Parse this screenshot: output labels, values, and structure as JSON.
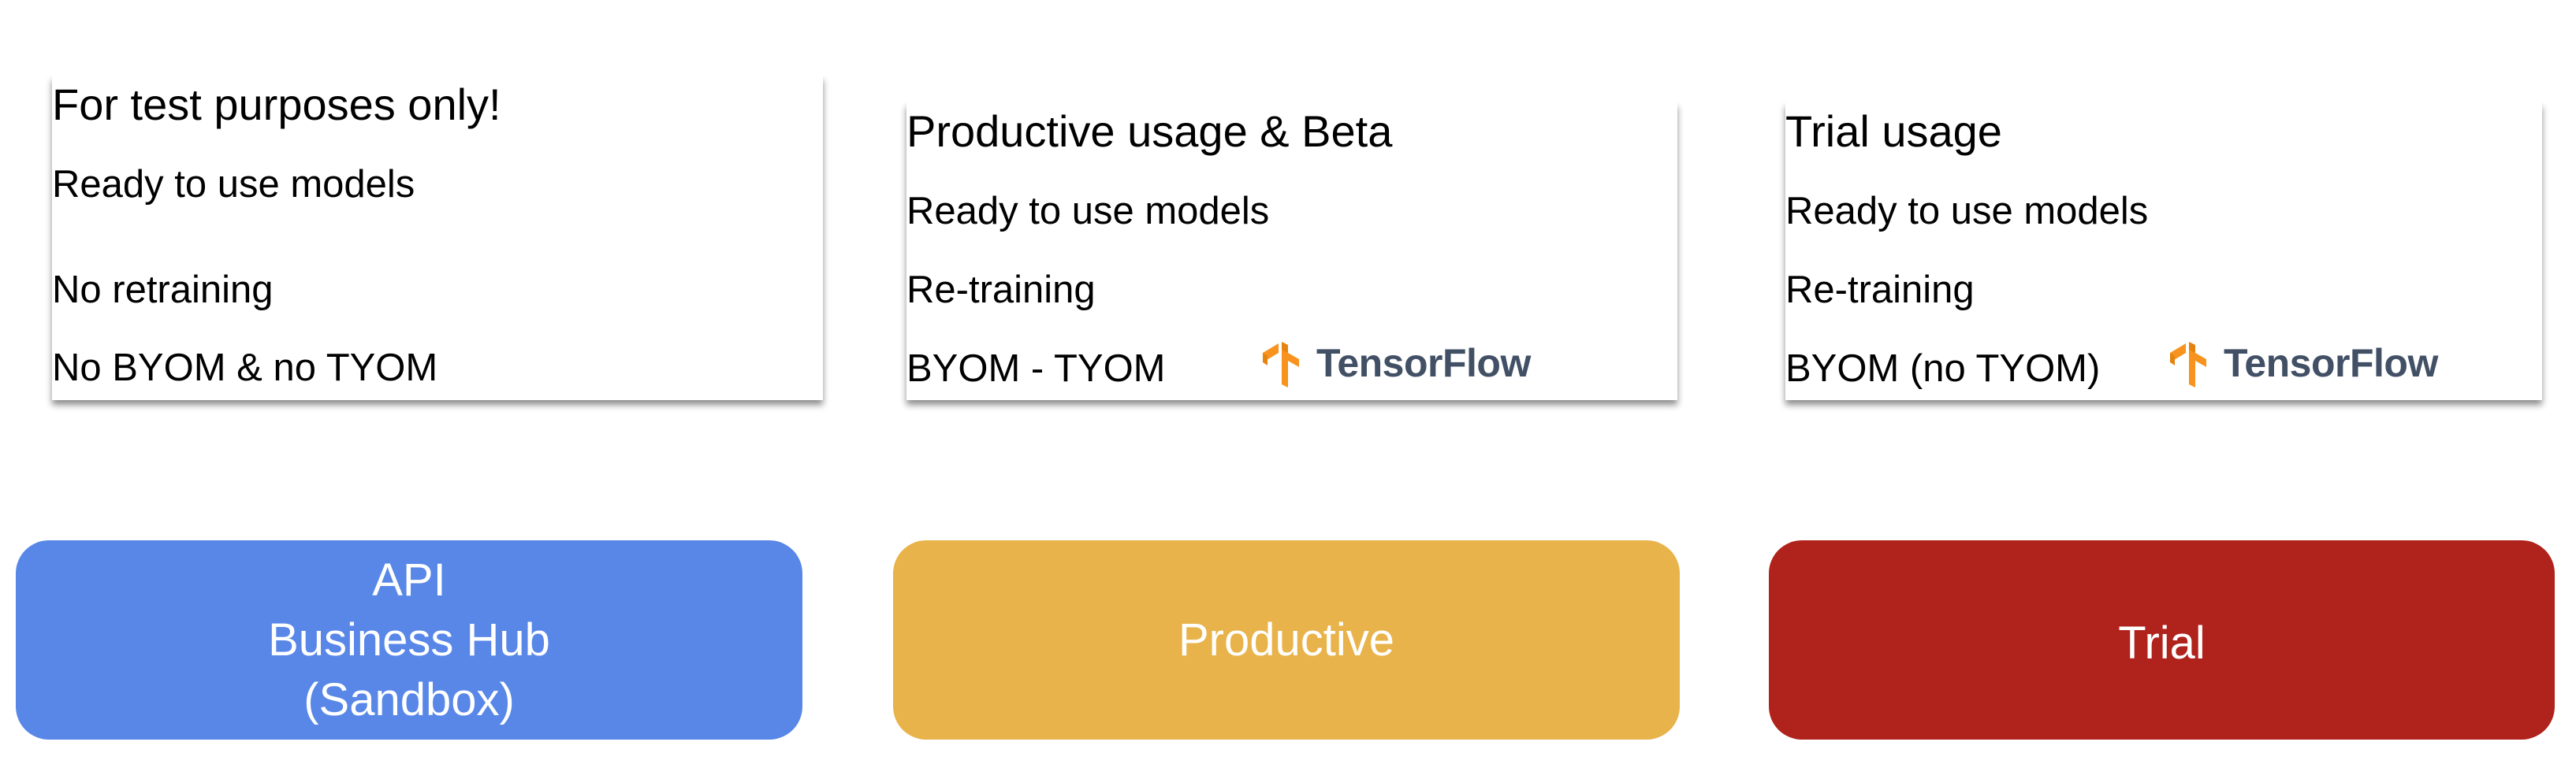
{
  "cards": [
    {
      "title": "For test purposes only!",
      "lines": [
        "Ready to use models",
        "No retraining",
        "No BYOM & no TYOM"
      ]
    },
    {
      "title": "Productive usage & Beta",
      "lines": [
        "Ready to use models",
        "Re-training",
        "BYOM - TYOM"
      ],
      "logo_text": "TensorFlow",
      "logo_icon": "tensorflow-icon"
    },
    {
      "title": "Trial usage",
      "lines": [
        "Ready to use models",
        "Re-training",
        "BYOM (no TYOM)"
      ],
      "logo_text": "TensorFlow",
      "logo_icon": "tensorflow-icon"
    }
  ],
  "pills": [
    {
      "lines": [
        "API",
        "Business Hub",
        "(Sandbox)"
      ],
      "color": "#5887e8"
    },
    {
      "lines": [
        "Productive"
      ],
      "color": "#e8b34a"
    },
    {
      "lines": [
        "Trial"
      ],
      "color": "#b0221c"
    }
  ],
  "colors": {
    "tensorflow_orange": "#f7931e",
    "tensorflow_text": "#425066"
  }
}
